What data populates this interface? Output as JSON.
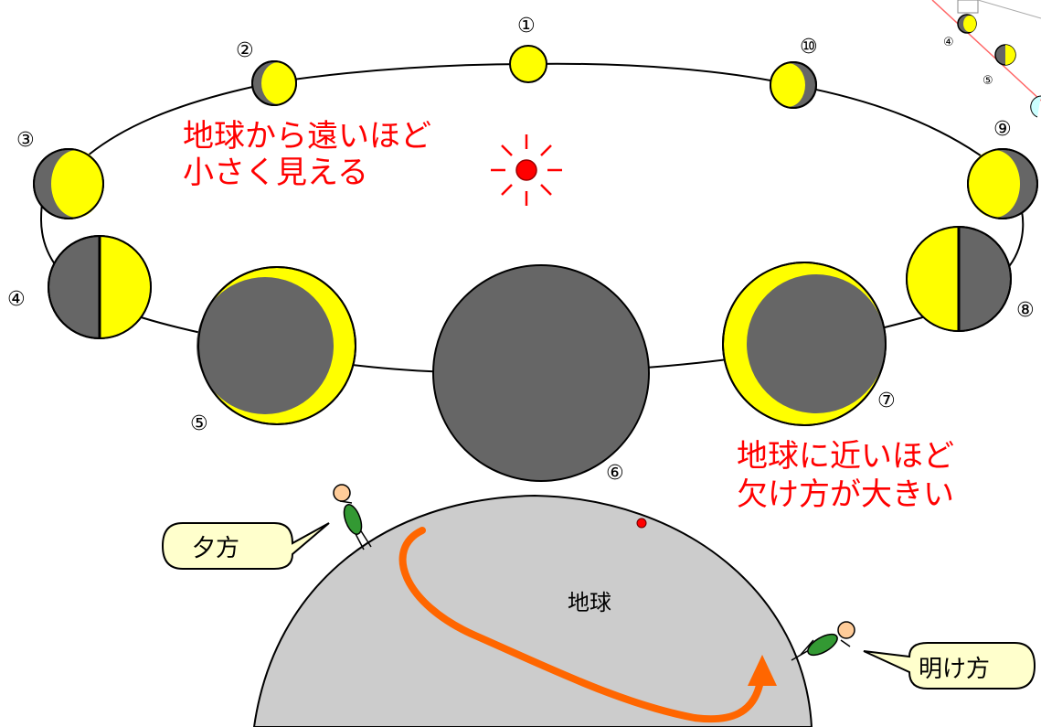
{
  "moons": [
    {
      "id": "1",
      "label": "①",
      "phase": "full"
    },
    {
      "id": "2",
      "label": "②",
      "phase": "waning-gibbous"
    },
    {
      "id": "3",
      "label": "③",
      "phase": "waning-gibbous"
    },
    {
      "id": "4",
      "label": "④",
      "phase": "last-quarter"
    },
    {
      "id": "5",
      "label": "⑤",
      "phase": "waning-crescent"
    },
    {
      "id": "6",
      "label": "⑥",
      "phase": "new"
    },
    {
      "id": "7",
      "label": "⑦",
      "phase": "waxing-crescent"
    },
    {
      "id": "8",
      "label": "⑧",
      "phase": "first-quarter"
    },
    {
      "id": "9",
      "label": "⑨",
      "phase": "waxing-gibbous"
    },
    {
      "id": "10",
      "label": "⑩",
      "phase": "waxing-gibbous"
    }
  ],
  "notes": {
    "far_line1": "地球から遠いほど",
    "far_line2": "小さく見える",
    "near_line1": "地球に近いほど",
    "near_line2": "欠け方が大きい"
  },
  "earth": {
    "label": "地球"
  },
  "bubbles": {
    "evening": "夕方",
    "dawn": "明け方"
  },
  "inset": {
    "labels": [
      "④",
      "⑤"
    ]
  },
  "colors": {
    "lit": "#ffff00",
    "dark": "#666666",
    "earth": "#cccccc",
    "arrow": "#ff6600",
    "text_red": "#ff0000",
    "sun": "#ff0000",
    "bubble": "#ffffcc",
    "person_body": "#339933",
    "person_head": "#ffcc99"
  },
  "icons": {
    "sun": "sun-icon",
    "evening_observer": "person-icon",
    "dawn_observer": "person-icon",
    "rotation_arrow": "curved-arrow-icon"
  }
}
